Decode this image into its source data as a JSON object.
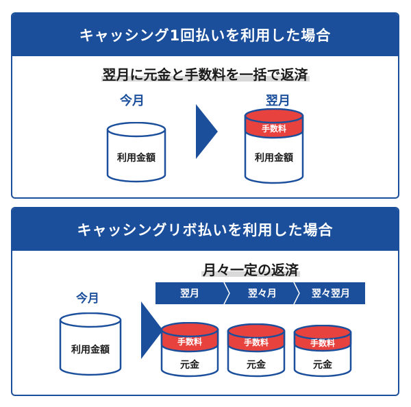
{
  "colors": {
    "brand": "#1b4f9c",
    "fee": "#e8423f",
    "outline": "#1b4f9c"
  },
  "lump": {
    "header": "キャッシング1回払いを利用した場合",
    "subtitle": "翌月に元金と手数料を一括で返済",
    "this_month": "今月",
    "next_month": "翌月",
    "amount_label": "利用金額",
    "fee_label": "手数料",
    "arrow_icon": "chevron-right-icon"
  },
  "revolving": {
    "header": "キャッシングリボ払いを利用した場合",
    "subtitle": "月々一定の返済",
    "this_month": "今月",
    "amount_label": "利用金額",
    "steps": [
      "翌月",
      "翌々月",
      "翌々翌月"
    ],
    "fee_label": "手数料",
    "principal_label": "元金",
    "arrow_icon": "chevron-right-icon"
  }
}
